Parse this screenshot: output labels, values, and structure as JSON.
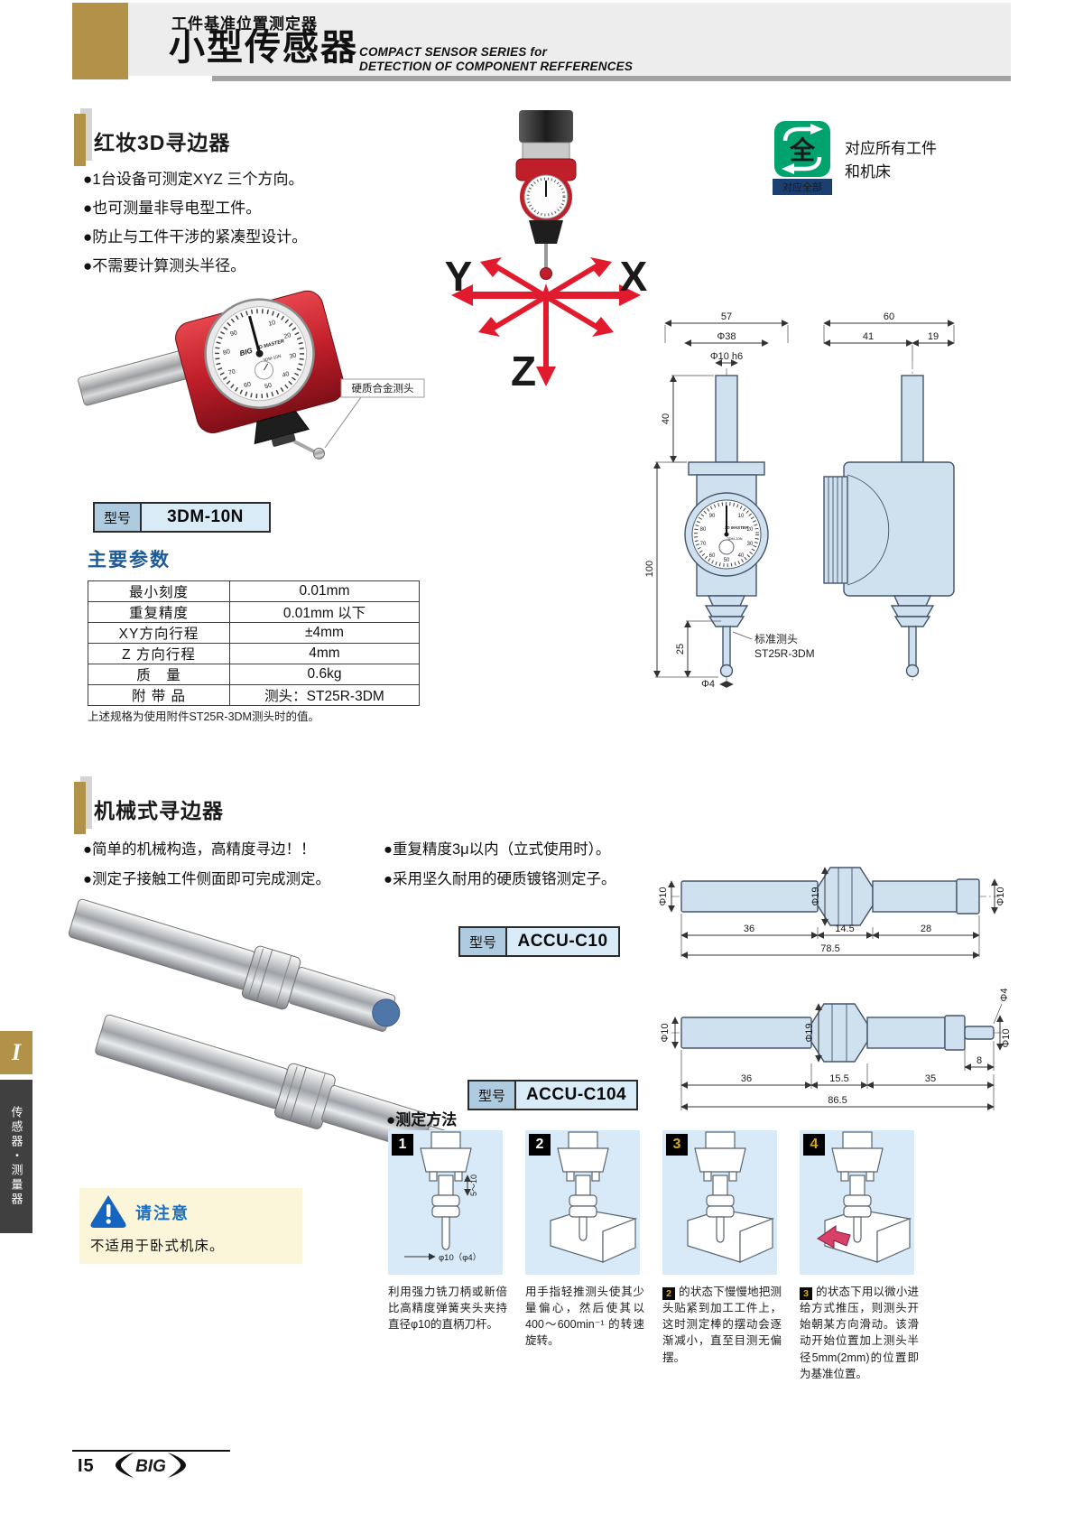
{
  "header": {
    "jp_small": "工件基准位置测定器",
    "title": "小型传感器",
    "en1": "COMPACT SENSOR SERIES for",
    "en2": "DETECTION OF COMPONENT REFFERENCES"
  },
  "section1": {
    "title": "红妆3D寻边器",
    "bullets": [
      "●1台设备可测定XYZ 三个方向。",
      "●也可测量非导电型工件。",
      "●防止与工件干涉的紧凑型设计。",
      "●不需要计算测头半径。"
    ],
    "photo_callout": "硬质合金测头",
    "axes": {
      "x": "X",
      "y": "Y",
      "z": "Z"
    },
    "badge": {
      "glyph": "全",
      "banner": "对应全部",
      "caption1": "对应所有工件",
      "caption2": "和机床"
    },
    "plate": {
      "label": "型号",
      "value": "3DM-10N"
    },
    "specs_title": "主要参数",
    "specs": [
      {
        "name": "最小刻度",
        "value": "0.01mm"
      },
      {
        "name": "重复精度",
        "value": "0.01mm 以下"
      },
      {
        "name": "XY方向行程",
        "value": "±4mm"
      },
      {
        "name": "Z 方向行程",
        "value": "4mm"
      },
      {
        "name": "质　量",
        "value": "0.6kg"
      },
      {
        "name": "附 带 品",
        "value": "测头：ST25R-3DM"
      }
    ],
    "note": "上述规格为使用附件ST25R-3DM测头时的值。",
    "dial": {
      "brand": "BIG",
      "line": "3D MASTER",
      "model": "3DM-10N",
      "numbers": [
        "10",
        "20",
        "30",
        "40",
        "50",
        "60",
        "70",
        "80",
        "90"
      ]
    },
    "front": {
      "dim_w": "57",
      "dim_d38": "Φ38",
      "dim_d10": "Φ10 h6",
      "dim_40": "40",
      "dim_100": "100",
      "dim_25": "25",
      "dim_d4": "Φ4",
      "probe1": "标准测头",
      "probe2": "ST25R-3DM"
    },
    "side": {
      "dim_w": "60",
      "dim_a": "41",
      "dim_b": "19"
    }
  },
  "section2": {
    "title": "机械式寻边器",
    "bullets_l": [
      "●简单的机械构造，高精度寻边！！",
      "●测定子接触工件侧面即可完成测定。"
    ],
    "bullets_r": [
      "●重复精度3μ以内（立式使用时）。",
      "●采用坚久耐用的硬质镀铬测定子。"
    ],
    "plate1": {
      "label": "型号",
      "value": "ACCU-C10"
    },
    "plate2": {
      "label": "型号",
      "value": "ACCU-C104"
    },
    "draw1": {
      "d_left": "Φ10",
      "d_mid": "Φ19",
      "d_right": "Φ10",
      "l1": "36",
      "l2": "14.5",
      "l3": "28",
      "total": "78.5"
    },
    "draw2": {
      "d_left": "Φ10",
      "d_mid": "Φ19",
      "d_tip": "Φ4",
      "d_right": "Φ10",
      "l1": "36",
      "l2": "15.5",
      "l3": "35",
      "l_tip": "8",
      "total": "86.5"
    },
    "notice": {
      "title": "请注意",
      "text": "不适用于卧式机床。"
    },
    "method": {
      "title": "●测定方法",
      "step_nums": [
        "1",
        "2",
        "3",
        "4"
      ],
      "panel1": {
        "dim": "5～10",
        "tip": "φ10（φ4）"
      },
      "refs": [
        "2",
        "3"
      ],
      "captions": [
        "利用强力铣刀柄或新倍比高精度弹簧夹头夹持直径φ10的直柄刀杆。",
        "用手指轻推测头使其少量偏心，然后使其以 400～600min⁻¹ 的转速旋转。",
        "的状态下慢慢地把测头贴紧到加工工件上，这时测定棒的摆动会逐渐减小，直至目测无偏摆。",
        "的状态下用以微小进给方式推压，则测头开始朝某方向滑动。该滑动开始位置加上测头半径5mm(2mm)的位置即为基准位置。"
      ]
    }
  },
  "sidebar": {
    "tab": "I",
    "label": "传感器・测量器"
  },
  "footer": {
    "page": "I5",
    "logo": "BIG"
  }
}
